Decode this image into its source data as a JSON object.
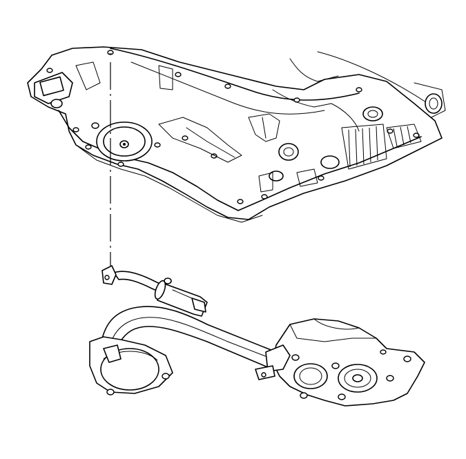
{
  "figure": {
    "components": [
      {
        "name": "engine-block-oil-pan-rail"
      },
      {
        "name": "oil-pump-with-pickup-tube"
      }
    ],
    "leader_lines": 1,
    "labels": []
  }
}
